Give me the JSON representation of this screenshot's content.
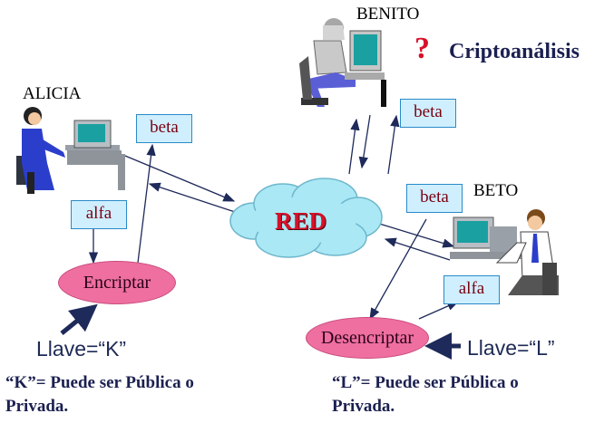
{
  "people": {
    "alicia": "ALICIA",
    "benito": "BENITO",
    "beto": "BETO"
  },
  "messages": {
    "beta_alicia": "beta",
    "beta_benito": "beta",
    "beta_beto": "beta",
    "alfa_alicia": "alfa",
    "alfa_beto": "alfa"
  },
  "processes": {
    "encrypt": "Encriptar",
    "decrypt": "Desencriptar"
  },
  "network": {
    "label": "RED"
  },
  "attack": {
    "question_mark": "?",
    "label": "Criptoanálisis"
  },
  "keys": {
    "k_label": "Llave=“K”",
    "l_label": "Llave=“L”"
  },
  "notes": {
    "k_line1": "“K”= Puede ser Pública o",
    "k_line2": "Privada.",
    "l_line1": "“L”= Puede ser Pública o",
    "l_line2": "Privada."
  },
  "colors": {
    "ellipse": "#ee6fa0",
    "doc": "#cfefff",
    "cloud": "#a9e8f4",
    "arrow": "#1e2a5a",
    "accent_red": "#d8102a"
  }
}
